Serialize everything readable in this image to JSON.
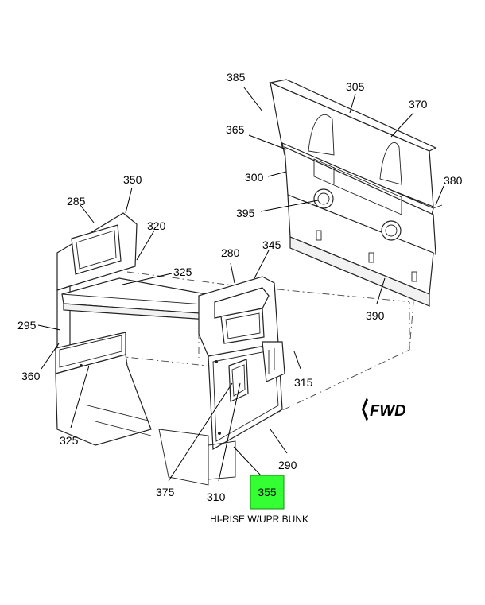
{
  "callouts": {
    "c385": "385",
    "c305": "305",
    "c370": "370",
    "c365": "365",
    "c300": "300",
    "c380": "380",
    "c395": "395",
    "c390": "390",
    "c350": "350",
    "c285": "285",
    "c320": "320",
    "c325a": "325",
    "c280": "280",
    "c345": "345",
    "c295": "295",
    "c360": "360",
    "c315": "315",
    "c325b": "325",
    "c290": "290",
    "c375": "375",
    "c310": "310",
    "c355": "355"
  },
  "fwd_label": "FWD",
  "caption": "HI-RISE W/UPR BUNK",
  "colors": {
    "highlight": "#33ff33",
    "line": "#222222"
  }
}
